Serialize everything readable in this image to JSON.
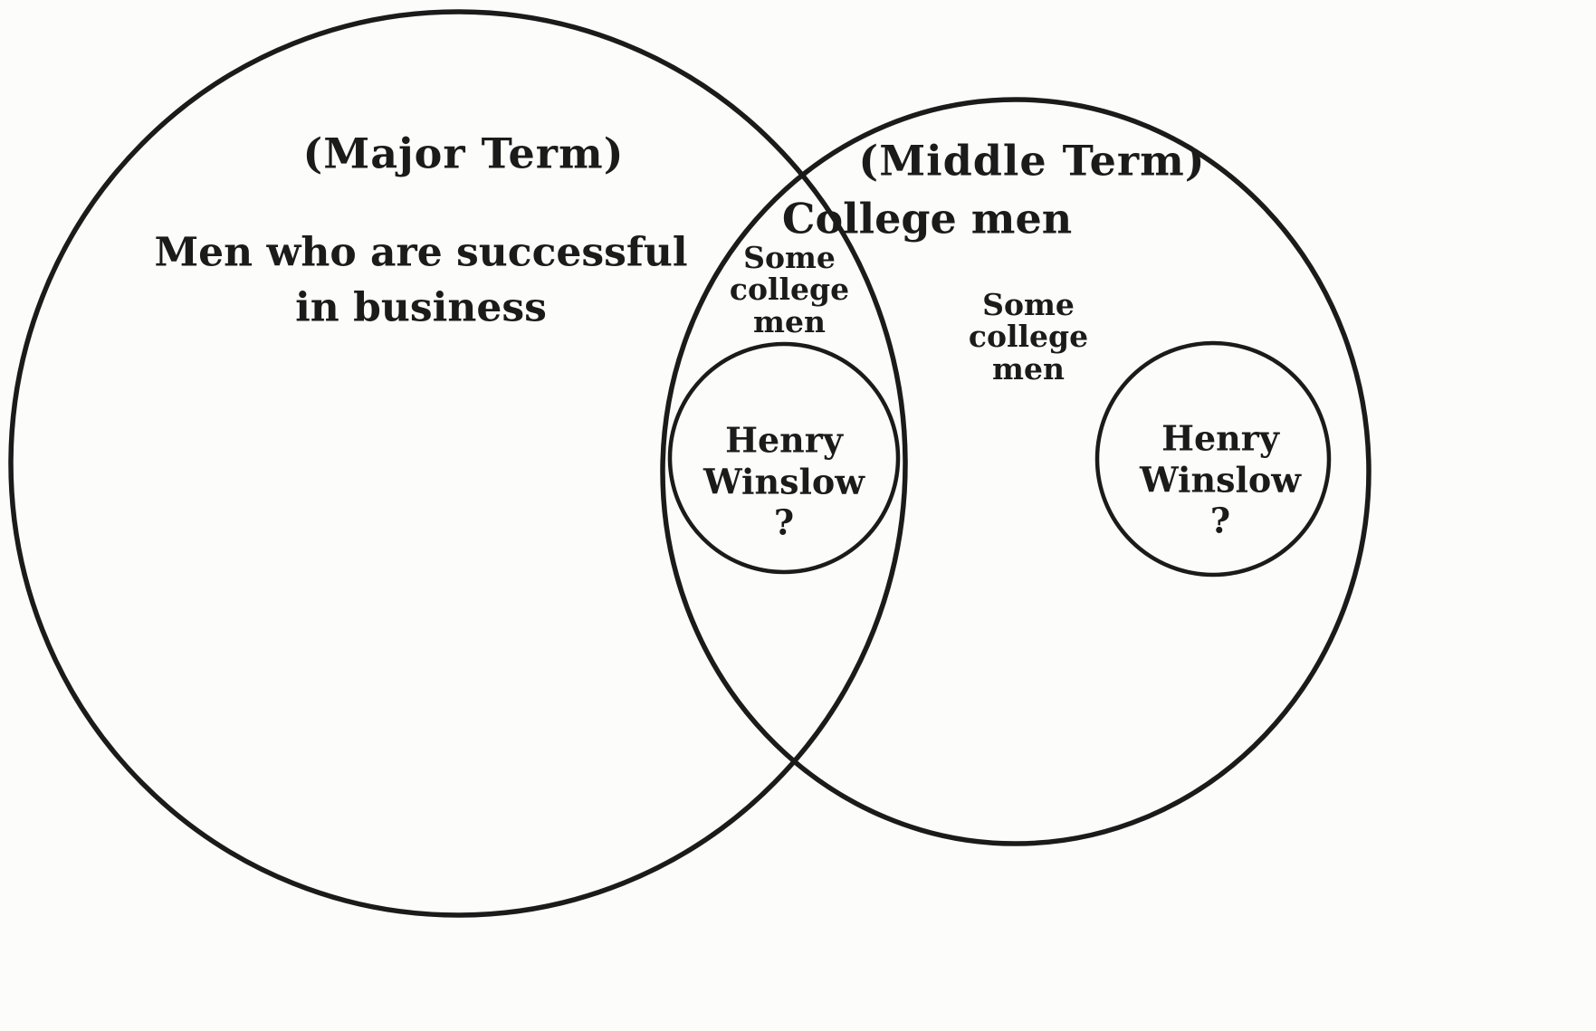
{
  "ink_color": "#1b1b1b",
  "paper_color": "#fcfcfa",
  "diagram": {
    "type": "euler-venn-syllogism",
    "major_term": {
      "caption": "(Major Term)",
      "label": "Men who are successful\nin business"
    },
    "middle_term": {
      "caption": "(Middle Term)",
      "label": "College men"
    },
    "overlap_region": {
      "annotation": "Some\ncollege\nmen",
      "inner_circle_label": "Henry\nWinslow\n?"
    },
    "right_region": {
      "annotation": "Some\ncollege\nmen",
      "inner_circle_label": "Henry\nWinslow\n?"
    }
  }
}
